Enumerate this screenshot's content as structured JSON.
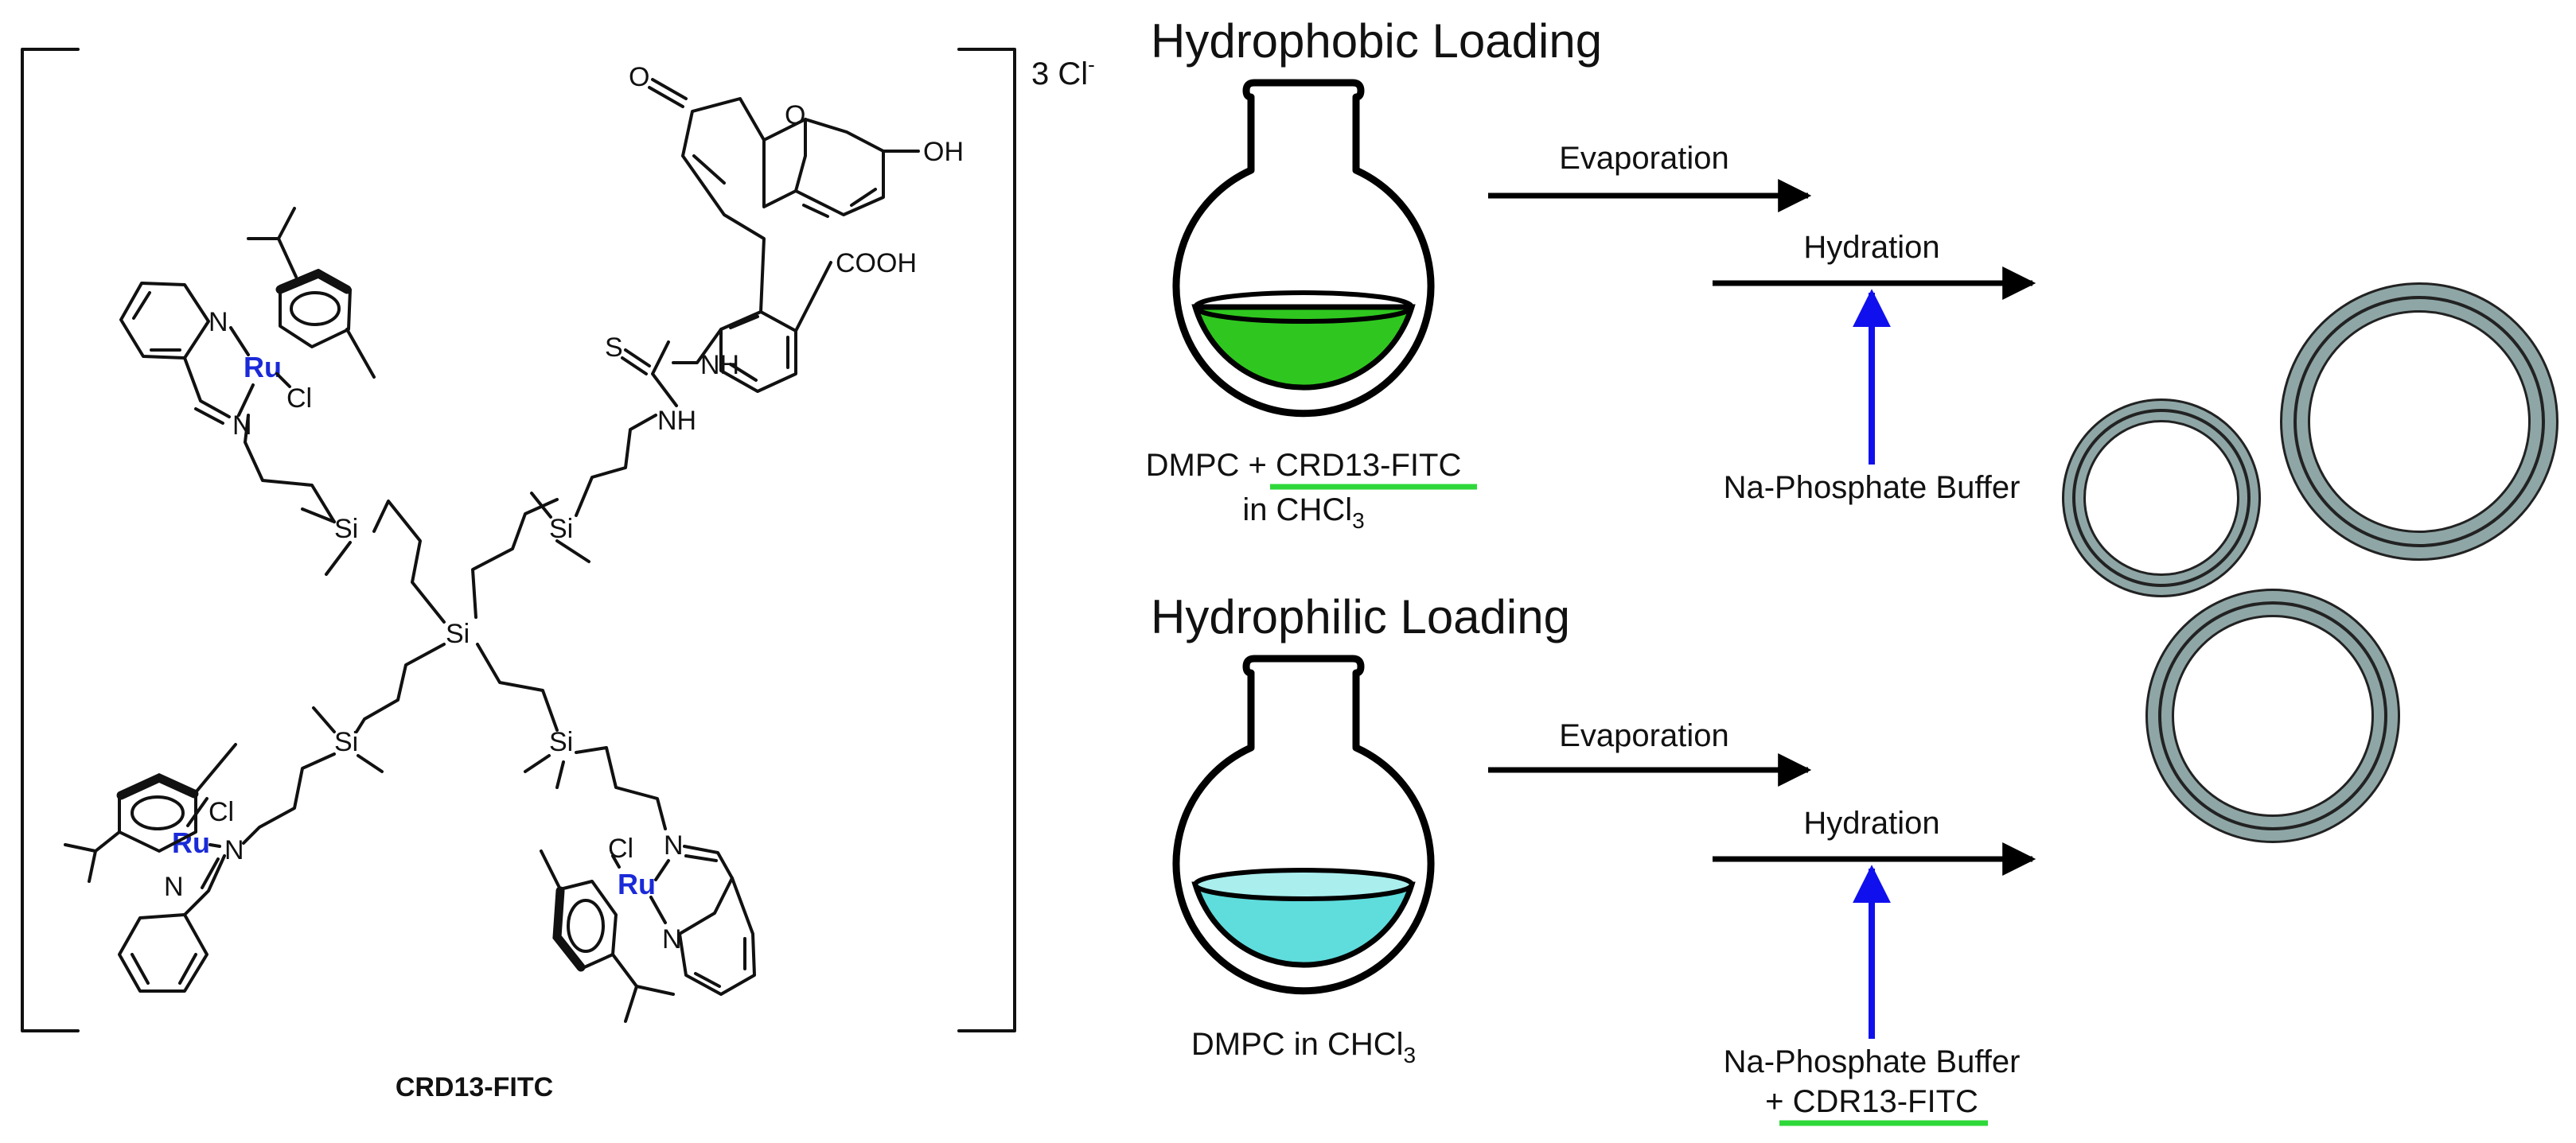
{
  "molecule": {
    "name": "CRD13-FITC",
    "counterion": "3 Cl",
    "counterion_charge": "-",
    "atoms": {
      "ru": "Ru",
      "cl": "Cl",
      "n": "N",
      "si": "Si",
      "s": "S",
      "o": "O",
      "oh": "OH",
      "cooh": "COOH",
      "nh": "NH"
    }
  },
  "hydrophobic": {
    "title": "Hydrophobic Loading",
    "flask_label_prefix": "DMPC + ",
    "flask_label_highlight": "CRD13-FITC",
    "flask_label_line2": "in CHCl",
    "flask_label_sub": "3",
    "step1": "Evaporation",
    "step2": "Hydration",
    "buffer": "Na-Phosphate Buffer",
    "liquid_color": "#2fc71f",
    "underline_color": "#2fd83a"
  },
  "hydrophilic": {
    "title": "Hydrophilic Loading",
    "flask_label": "DMPC in CHCl",
    "flask_label_sub": "3",
    "step1": "Evaporation",
    "step2": "Hydration",
    "buffer_line1": "Na-Phosphate Buffer",
    "buffer_line2_prefix": "+ ",
    "buffer_line2_highlight": "CDR13-FITC",
    "liquid_color": "#5fdcdc",
    "underline_color": "#2fd83a"
  },
  "colors": {
    "arrow_blue": "#1010ee",
    "vesicle_fill": "#8fa6a6",
    "vesicle_stroke": "#222222"
  }
}
